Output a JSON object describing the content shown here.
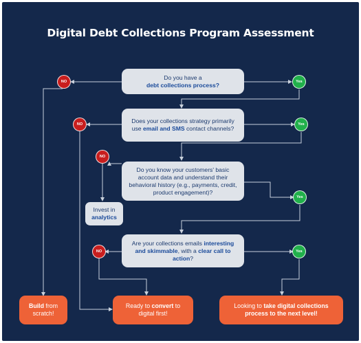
{
  "title": "Digital Debt Collections Program Assessment",
  "badges": {
    "no": "NO",
    "yes": "Yes"
  },
  "questions": [
    {
      "pre": "Do you have a",
      "bold": "debt collections process?",
      "post": ""
    },
    {
      "pre": "Does your collections strategy primarily use",
      "bold": "email and SMS",
      "post": "contact channels?"
    },
    {
      "pre": "Do you know your customers' basic account data and understand their behavioral history (e.g., payments, credit, product engagement)?",
      "bold": "",
      "post": ""
    },
    {
      "pre": "Are your collections emails",
      "bold": "interesting and skimmable",
      "mid": ", with a",
      "bold2": "clear call to action",
      "post": "?"
    }
  ],
  "invest": {
    "line1": "Invest in",
    "line2": "analytics"
  },
  "outcomes": {
    "build": {
      "bold": "Build",
      "rest": "from scratch!"
    },
    "ready": {
      "pre": "Ready to",
      "bold": "convert",
      "post": "to digital first!"
    },
    "next": {
      "pre": "Looking to",
      "bold": "take digital collections process to the next level!"
    }
  },
  "colors": {
    "background": "#14284b",
    "question_box": "#dfe3e9",
    "outcome_box": "#ee6237",
    "no_badge": "#c81e1e",
    "yes_badge": "#21b04b",
    "connector": "#c9d1dc"
  }
}
